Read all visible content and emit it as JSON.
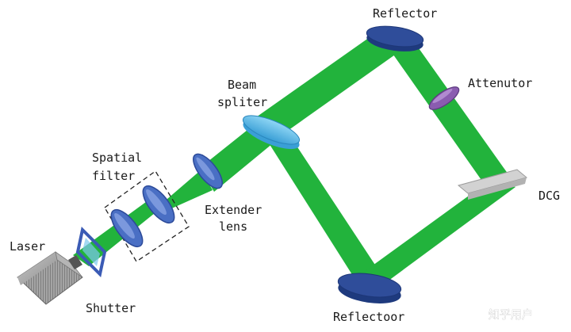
{
  "labels": {
    "reflector_top": "Reflector",
    "attenutor": "Attenutor",
    "beam_1": "Beam",
    "beam_2": "spliter",
    "spatial_1": "Spatial",
    "spatial_2": "filter",
    "extender_1": "Extender",
    "extender_2": "lens",
    "laser": "Laser",
    "shutter": "Shutter",
    "dcg": "DCG",
    "reflector_bottom": "Reflectoor"
  },
  "watermark": "知乎用户",
  "colors": {
    "beam": "#22b33c",
    "beam_dark": "#178a2a",
    "optic_blue": "#4a6fc4",
    "reflector": "#2f4d9a",
    "splitter": "#5ab8e8",
    "attenuator": "#8a5cb0",
    "laser_body": "#9a9a9a",
    "dcg": "#d0d0d0"
  }
}
